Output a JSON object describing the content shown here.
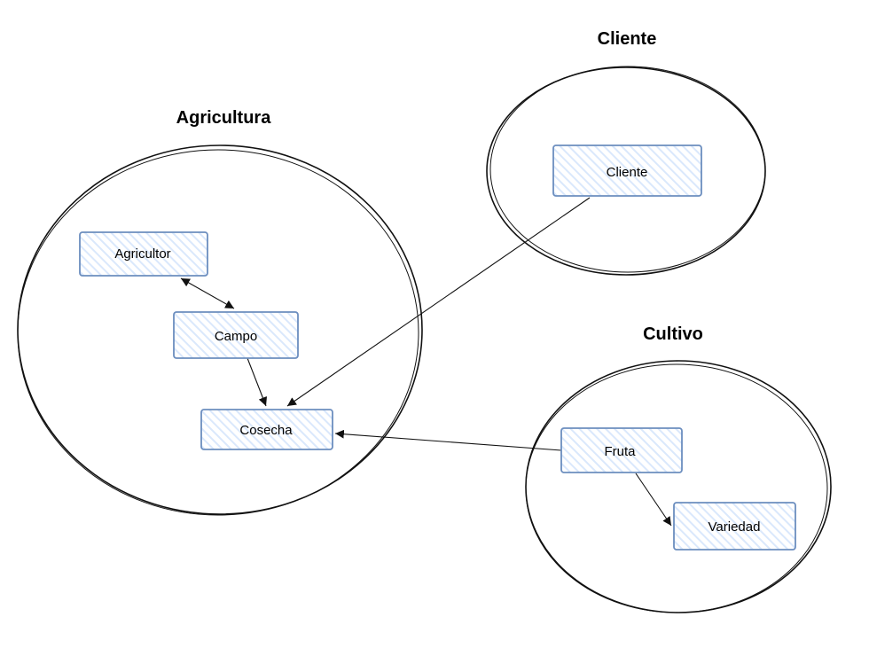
{
  "contexts": {
    "agricultura": {
      "title": "Agricultura"
    },
    "cliente": {
      "title": "Cliente"
    },
    "cultivo": {
      "title": "Cultivo"
    }
  },
  "nodes": {
    "agricultor": "Agricultor",
    "campo": "Campo",
    "cosecha": "Cosecha",
    "cliente": "Cliente",
    "fruta": "Fruta",
    "variedad": "Variedad"
  },
  "edges": [
    {
      "from": "Agricultor",
      "to": "Campo",
      "direction": "both"
    },
    {
      "from": "Campo",
      "to": "Cosecha",
      "direction": "forward"
    },
    {
      "from": "Cliente",
      "to": "Cosecha",
      "direction": "forward"
    },
    {
      "from": "Fruta",
      "to": "Cosecha",
      "direction": "forward"
    },
    {
      "from": "Fruta",
      "to": "Variedad",
      "direction": "forward"
    }
  ],
  "colors": {
    "node_border": "#6c8ebf",
    "node_hatch": "#dae8fc",
    "outline": "#111111"
  }
}
